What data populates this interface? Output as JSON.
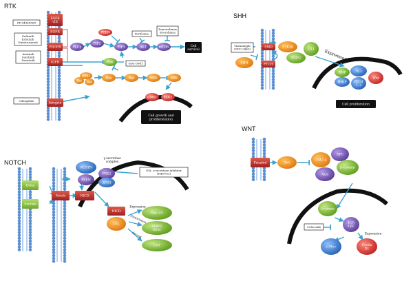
{
  "sections": {
    "rtk": "RTK",
    "shh": "SHH",
    "notch": "NOTCH",
    "wnt": "WNT"
  },
  "rtk": {
    "inhibitor_boxes": [
      "PF-04948568",
      "Gefitinib\nErlotinib\nNimotuzumab",
      "Imatinib\nSunitinib\nDasatinib",
      "Cilengitide"
    ],
    "receptors": [
      "EGFR\nvIII",
      "EGFR",
      "PDGFR",
      "IGFR",
      "Integrin"
    ],
    "nodes": {
      "pten": "PTEN",
      "plcg": "PLCγ",
      "pip2": "PIP2",
      "pip3": "PIP3",
      "akt": "AKT",
      "mtor": "mTOR",
      "pdk": "PDK",
      "grb2": "GRB2",
      "shc": "Shc",
      "sos": "Sos",
      "ras": "Ras",
      "raf": "Raf",
      "mek": "MEK",
      "erk": "ERK",
      "cmyc": "c-Myc",
      "elk1": "ELK1"
    },
    "drug_boxes": {
      "perifosine": "Perifosine",
      "mtor_inhibitors": "Temsirolimus\nEverolimus",
      "gdc0941": "GDC-0941"
    },
    "outputs": {
      "cell_survival": "Cell\nsurvival",
      "growth": "Cell growth and\nproliferatation"
    }
  },
  "shh": {
    "drug_box": "Vismodegib\n(GDC-0449)",
    "nodes": {
      "shh": "SHH",
      "smo": "SMO",
      "ptch": "PTCH",
      "stk36": "STK36",
      "sufu": "SUFU",
      "gli": "GLI",
      "bmp": "BMP",
      "gli_nuc": "GLI",
      "hhip": "HHIP",
      "ptch12": "PTCH\n1, 2",
      "wnt": "Wnt"
    },
    "expression_label": "Expression",
    "output": "Cell proliferation"
  },
  "notch": {
    "gsi_box": "GSI, γ-secretase inhibitor\n(MK0752)",
    "complex_label": "γ-secretase\ncomplex",
    "nodes": {
      "ncstn": "NCSTN",
      "psen": "PSEN",
      "pse2": "PSE2",
      "aph1": "APH1",
      "dll": "Delta",
      "jag": "Serrate",
      "notch": "Notch",
      "nicd": "NICD",
      "nicd_nuc": "NICD",
      "csl": "CSL",
      "hes": "Hes 1/5",
      "smrt": "SMRT/\nHDAC",
      "hat": "HAT"
    },
    "process_labels": [
      "Expression",
      "Dissociation",
      "Recruit"
    ]
  },
  "wnt": {
    "nodes": {
      "frizzled": "Frizzled",
      "dvl": "Dvl",
      "gsk3b": "GSK3-β",
      "apc": "APC",
      "axin": "Axin",
      "bcat": "β-catenin",
      "bcat_nuc": "β-catenin",
      "tcf": "TCF/\nLEF",
      "cmyc": "c-Myc",
      "cyclin": "Cyclin\nD1"
    },
    "drug_box": "Celecoxib",
    "expression_label": "Expression"
  },
  "colors": {
    "membrane": "#5b8fd0",
    "receptor": "#c0392b",
    "nucleus": "#111111",
    "purple": "#7a58b4",
    "orange": "#ef8a1b",
    "green": "#79b82f",
    "blue": "#3473c6",
    "red": "#d03535",
    "arrow": "#3aa2cf"
  }
}
